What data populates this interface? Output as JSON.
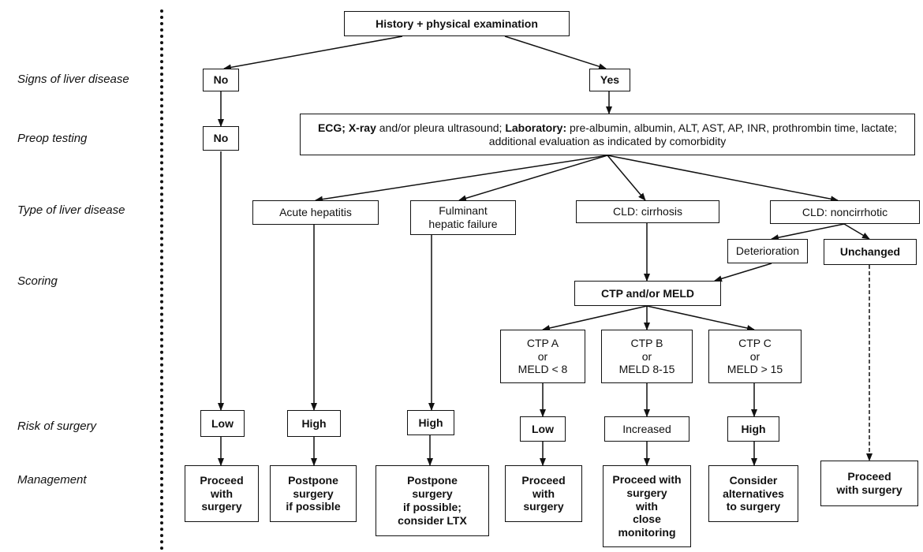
{
  "row_labels": {
    "signs": "Signs of liver disease",
    "preop": "Preop testing",
    "type": "Type of liver disease",
    "scoring": "Scoring",
    "risk": "Risk of surgery",
    "management": "Management"
  },
  "nodes": {
    "history": "History + physical examination",
    "no_signs": "No",
    "yes_signs": "Yes",
    "no_testing": "No",
    "testing": {
      "ecg": "ECG; X-ray",
      "ecg_rest": " and/or pleura ultrasound; ",
      "lab": "Laboratory:",
      "lab_rest": " pre-albumin, albumin, ALT, AST, AP, INR, prothrombin time, lactate; additional evaluation as indicated by comorbidity"
    },
    "acute_hepatitis": "Acute hepatitis",
    "fulminant": "Fulminant\nhepatic failure",
    "cld_cirrhosis": "CLD: cirrhosis",
    "cld_noncirrhotic": "CLD: noncirrhotic",
    "deterioration": "Deterioration",
    "unchanged": "Unchanged",
    "ctp_meld": "CTP and/or MELD",
    "ctp_a": "CTP A\nor\nMELD < 8",
    "ctp_b": "CTP B\nor\nMELD 8-15",
    "ctp_c": "CTP C\nor\nMELD > 15",
    "risk_low_1": "Low",
    "risk_high_1": "High",
    "risk_high_2": "High",
    "risk_low_2": "Low",
    "risk_increased": "Increased",
    "risk_high_3": "High",
    "mgmt_1": "Proceed\nwith\nsurgery",
    "mgmt_2": "Postpone\nsurgery\nif possible",
    "mgmt_3": "Postpone\nsurgery\nif possible;\nconsider LTX",
    "mgmt_4": "Proceed\nwith\nsurgery",
    "mgmt_5": "Proceed with\nsurgery\nwith\nclose\nmonitoring",
    "mgmt_6": "Consider\nalternatives\nto surgery",
    "mgmt_7": "Proceed\nwith surgery"
  }
}
